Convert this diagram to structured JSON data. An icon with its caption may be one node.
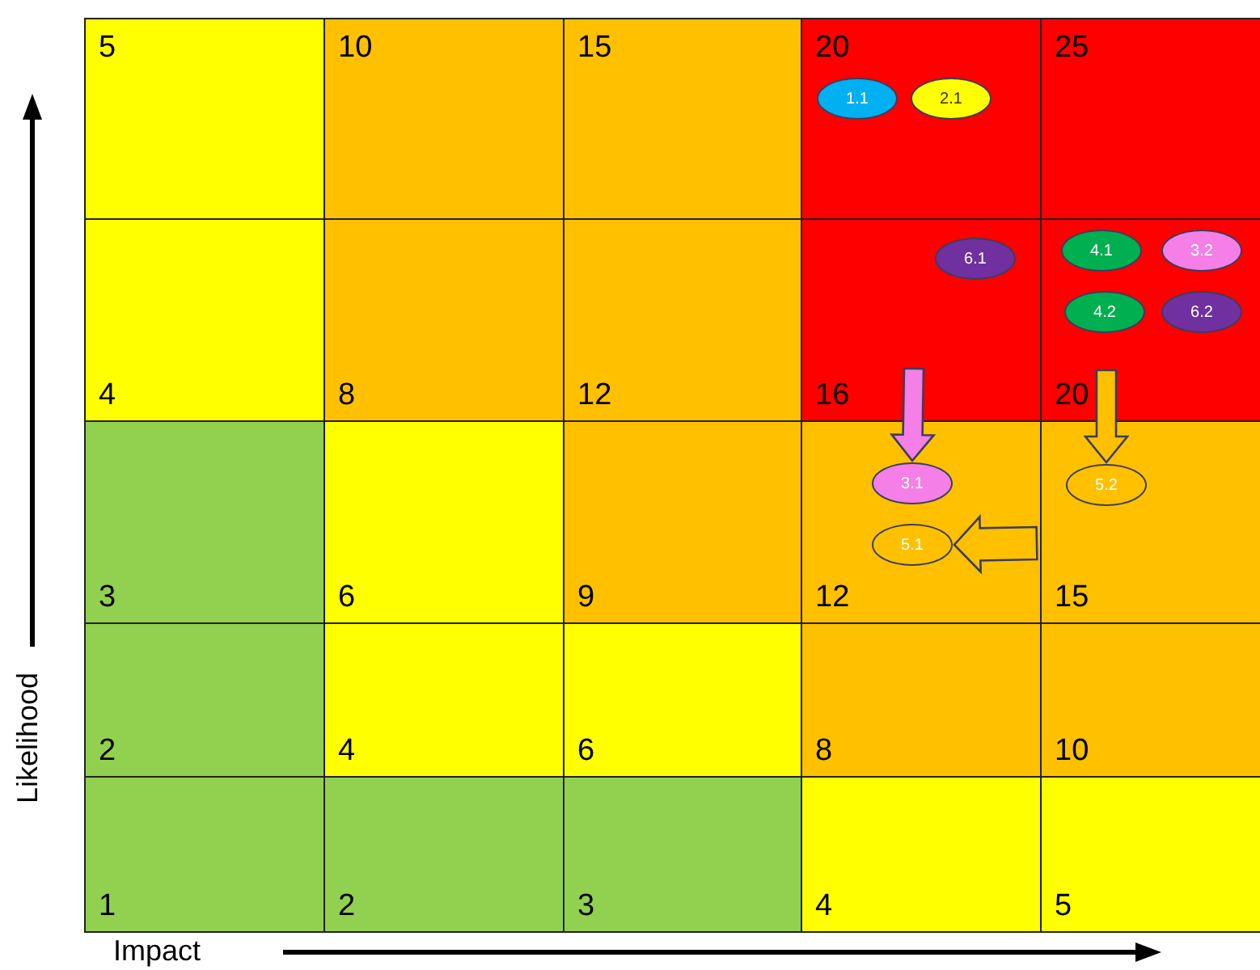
{
  "diagram": {
    "nodes": [
      {
        "text": [
          "5"
        ]
      },
      {
        "text": [
          "10"
        ]
      },
      {
        "text": [
          "15"
        ]
      },
      {
        "text": [
          "20"
        ]
      },
      {
        "text": [
          "1.1"
        ],
        "in": 3
      },
      {
        "text": [
          "2.1"
        ],
        "in": 3
      },
      {
        "text": [
          "25"
        ]
      },
      {
        "text": [
          "4"
        ]
      },
      {
        "text": [
          "8"
        ]
      },
      {
        "text": [
          "12"
        ]
      },
      {
        "text": [
          "16"
        ]
      },
      {
        "text": [
          "6.1"
        ],
        "in": 10
      },
      {
        "text": [
          "20"
        ]
      },
      {
        "text": [
          "4.1"
        ],
        "in": 12
      },
      {
        "text": [
          "3.2"
        ],
        "in": 12
      },
      {
        "text": [
          "4.2"
        ],
        "in": 12
      },
      {
        "text": [
          "6.2"
        ],
        "in": 12
      },
      {
        "text": [
          "3"
        ]
      },
      {
        "text": [
          "6"
        ]
      },
      {
        "text": [
          "9"
        ]
      },
      {
        "text": [
          "12"
        ]
      },
      {
        "text": [
          "3.1"
        ],
        "in": 20
      },
      {
        "text": [
          "5.1"
        ],
        "in": 20
      },
      {
        "text": [
          "15"
        ]
      },
      {
        "text": [
          "5.2"
        ],
        "in": 23
      },
      {
        "text": [
          "2"
        ]
      },
      {
        "text": [
          "4"
        ]
      },
      {
        "text": [
          "6"
        ]
      },
      {
        "text": [
          "8"
        ]
      },
      {
        "text": [
          "10"
        ]
      },
      {
        "text": [
          "1"
        ]
      },
      {
        "text": [
          "2"
        ]
      },
      {
        "text": [
          "3"
        ]
      },
      {
        "text": [
          "4"
        ]
      },
      {
        "text": [
          "5"
        ]
      }
    ],
    "edges": [
      {
        "from": null,
        "to": 21,
        "arrow": "to",
        "color": "#f47fe6"
      },
      {
        "from": null,
        "to": 24,
        "arrow": "to"
      },
      {
        "from": null,
        "to": 22,
        "arrow": "to"
      }
    ],
    "labels": [
      "Likelihood",
      "Impact"
    ]
  }
}
